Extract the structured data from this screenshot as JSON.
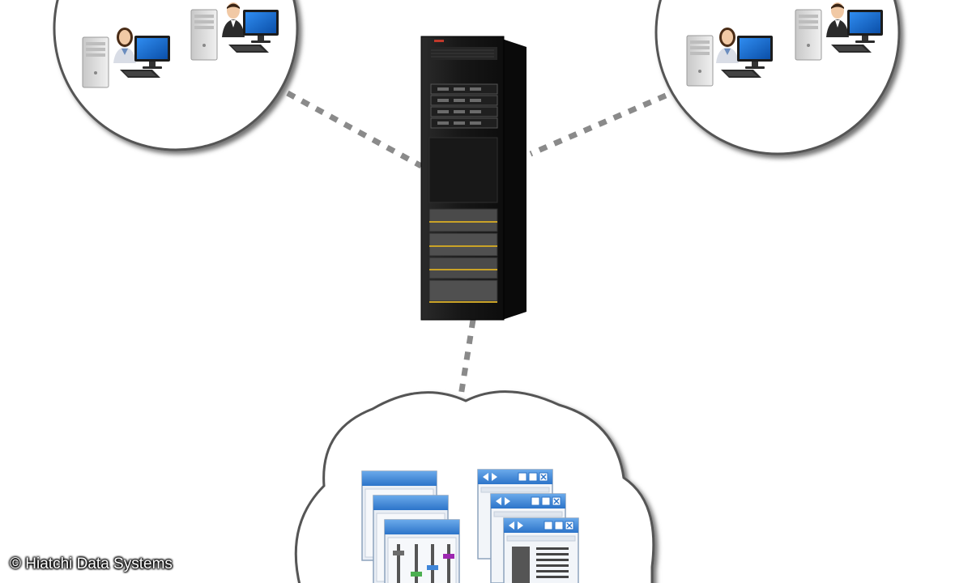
{
  "credit": "© Hiatchi Data Systems",
  "nodes": {
    "server": {
      "icon": "storage-server-rack-icon"
    },
    "group_left": {
      "icon": "user-workstation-group-icon",
      "members": [
        "female-user",
        "male-user"
      ]
    },
    "group_right": {
      "icon": "user-workstation-group-icon",
      "members": [
        "female-user",
        "male-user"
      ]
    },
    "cloud": {
      "icon": "cloud-applications-icon",
      "contents": [
        "control-panel-windows",
        "browser-windows"
      ]
    }
  },
  "links": [
    {
      "from": "group_left",
      "to": "server",
      "style": "dotted"
    },
    {
      "from": "group_right",
      "to": "server",
      "style": "dotted"
    },
    {
      "from": "server",
      "to": "cloud",
      "style": "dotted"
    }
  ],
  "colors": {
    "rack": "#1c1c1c",
    "rack_accent": "#c9a227",
    "monitor": "#1a6fd6",
    "window_title": "#3f86d9",
    "link": "#8a8a8a",
    "circle_border": "#555555"
  }
}
